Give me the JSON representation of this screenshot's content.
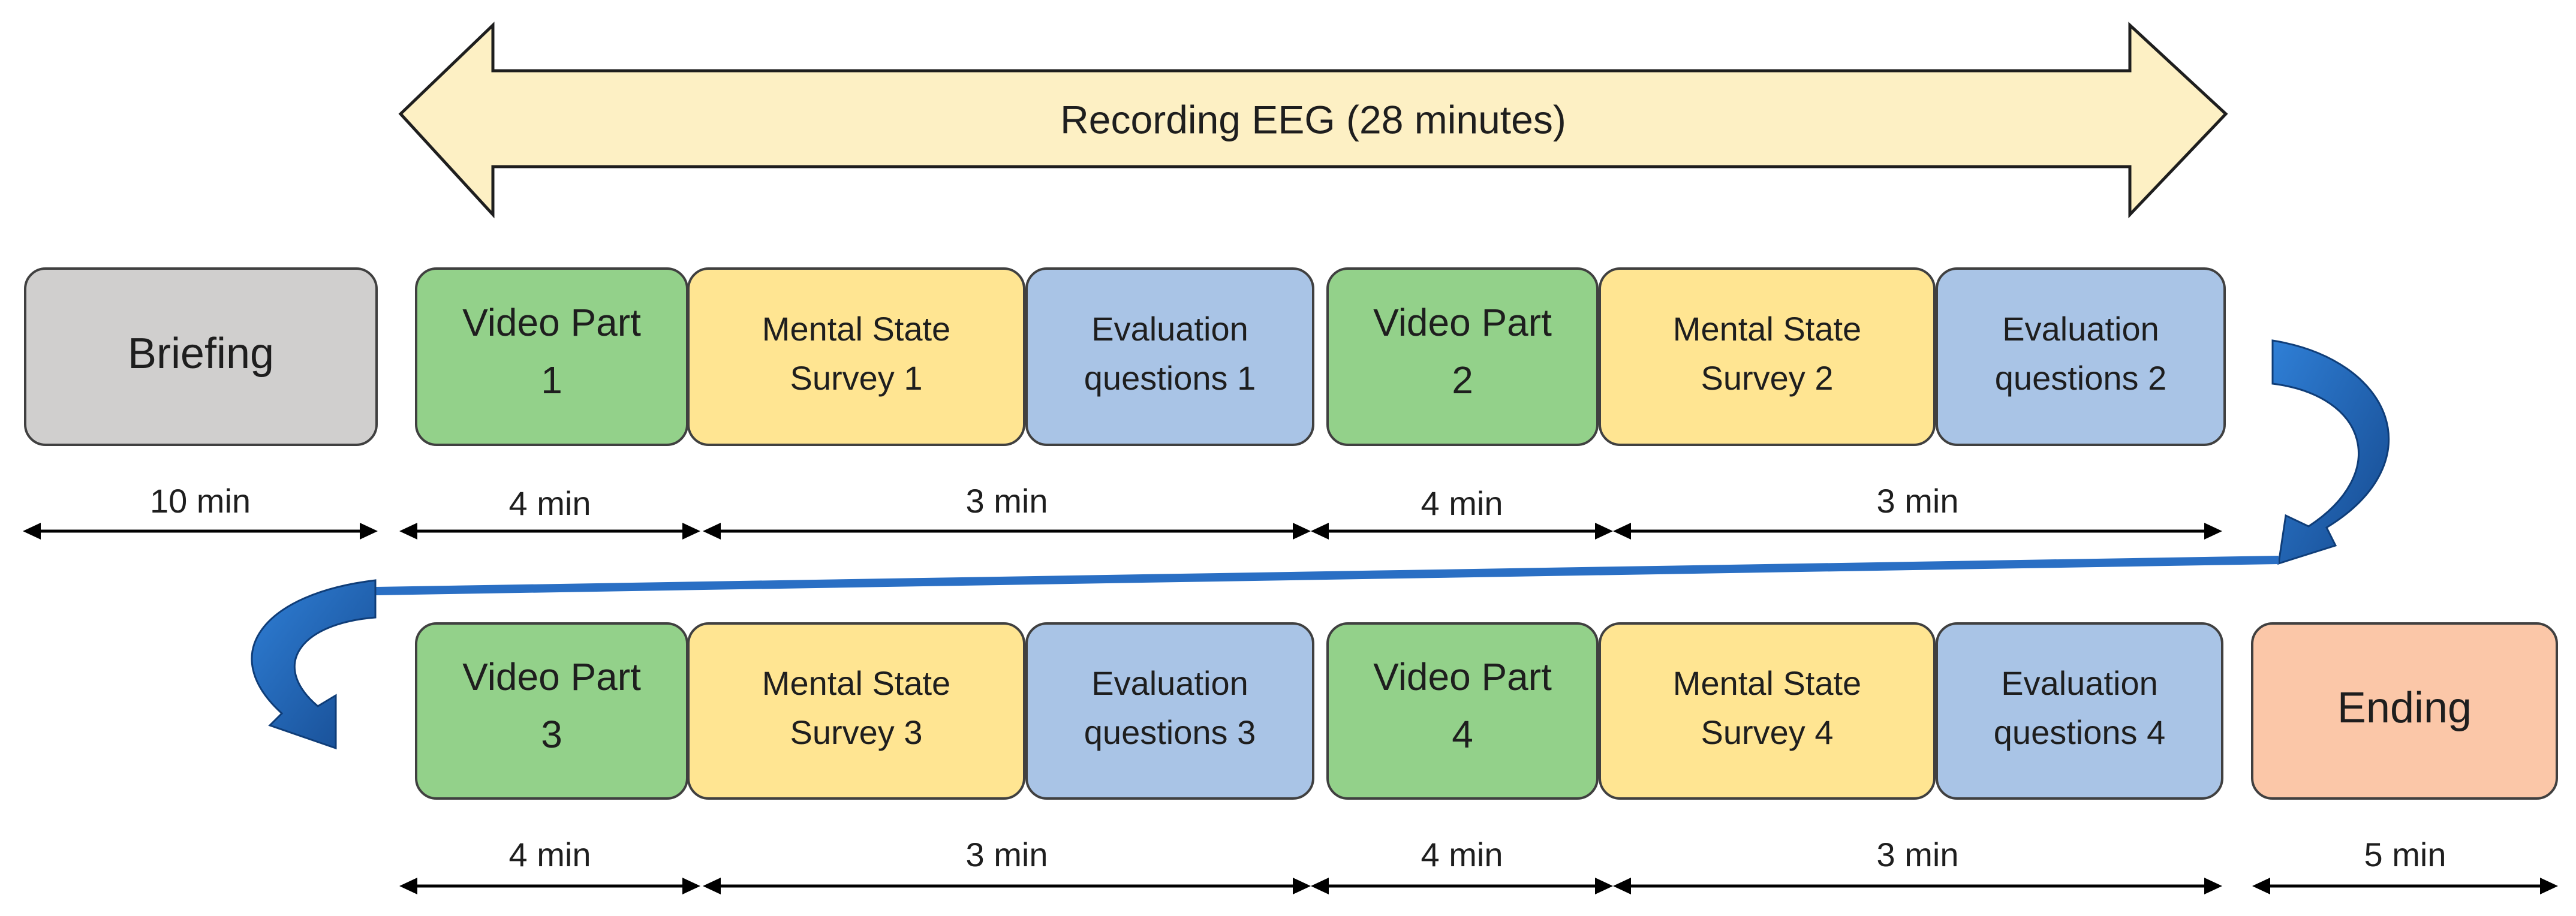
{
  "banner": {
    "label": "Recording EEG (28 minutes)"
  },
  "colors": {
    "briefing": "#d0cfce",
    "video": "#93d18a",
    "survey": "#ffe592",
    "evaluation": "#a9c4e6",
    "ending": "#fbc7a8",
    "banner_fill": "#fdf0c4",
    "flow_arrow": "#1b5aa8"
  },
  "rows": [
    {
      "boxes": [
        {
          "id": "briefing",
          "kind": "briefing",
          "lines": [
            "Briefing"
          ]
        },
        {
          "id": "video-part-1",
          "kind": "video",
          "lines": [
            "Video Part",
            "1"
          ]
        },
        {
          "id": "mental-state-survey-1",
          "kind": "survey",
          "lines": [
            "Mental State",
            "Survey 1"
          ]
        },
        {
          "id": "evaluation-questions-1",
          "kind": "evaluation",
          "lines": [
            "Evaluation",
            "questions 1"
          ]
        },
        {
          "id": "video-part-2",
          "kind": "video",
          "lines": [
            "Video Part",
            "2"
          ]
        },
        {
          "id": "mental-state-survey-2",
          "kind": "survey",
          "lines": [
            "Mental State",
            "Survey 2"
          ]
        },
        {
          "id": "evaluation-questions-2",
          "kind": "evaluation",
          "lines": [
            "Evaluation",
            "questions 2"
          ]
        }
      ],
      "durations": [
        "10 min",
        "4 min",
        "3 min",
        "4 min",
        "3 min"
      ]
    },
    {
      "boxes": [
        {
          "id": "video-part-3",
          "kind": "video",
          "lines": [
            "Video Part",
            "3"
          ]
        },
        {
          "id": "mental-state-survey-3",
          "kind": "survey",
          "lines": [
            "Mental State",
            "Survey 3"
          ]
        },
        {
          "id": "evaluation-questions-3",
          "kind": "evaluation",
          "lines": [
            "Evaluation",
            "questions 3"
          ]
        },
        {
          "id": "video-part-4",
          "kind": "video",
          "lines": [
            "Video Part",
            "4"
          ]
        },
        {
          "id": "mental-state-survey-4",
          "kind": "survey",
          "lines": [
            "Mental State",
            "Survey 4"
          ]
        },
        {
          "id": "evaluation-questions-4",
          "kind": "evaluation",
          "lines": [
            "Evaluation",
            "questions 4"
          ]
        },
        {
          "id": "ending",
          "kind": "ending",
          "lines": [
            "Ending"
          ]
        }
      ],
      "durations": [
        "4 min",
        "3 min",
        "4 min",
        "3 min",
        "5 min"
      ]
    }
  ]
}
